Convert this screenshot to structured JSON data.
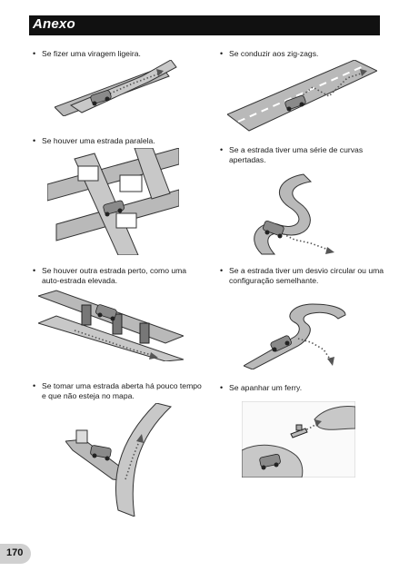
{
  "header": {
    "title": "Anexo"
  },
  "items": [
    {
      "text": "Se fizer uma viragem ligeira."
    },
    {
      "text": "Se conduzir aos zig-zags."
    },
    {
      "text": "Se houver uma estrada paralela."
    },
    {
      "text": "Se a estrada tiver uma série de curvas apertadas."
    },
    {
      "text": "Se houver outra estrada perto, como uma auto-estrada elevada."
    },
    {
      "text": "Se a estrada tiver um desvio circular ou uma configuração semelhante."
    },
    {
      "text": "Se tomar uma estrada aberta há pouco tempo e que não esteja no mapa."
    },
    {
      "text": "Se apanhar um ferry."
    }
  ],
  "footer": {
    "page_number": "170"
  }
}
